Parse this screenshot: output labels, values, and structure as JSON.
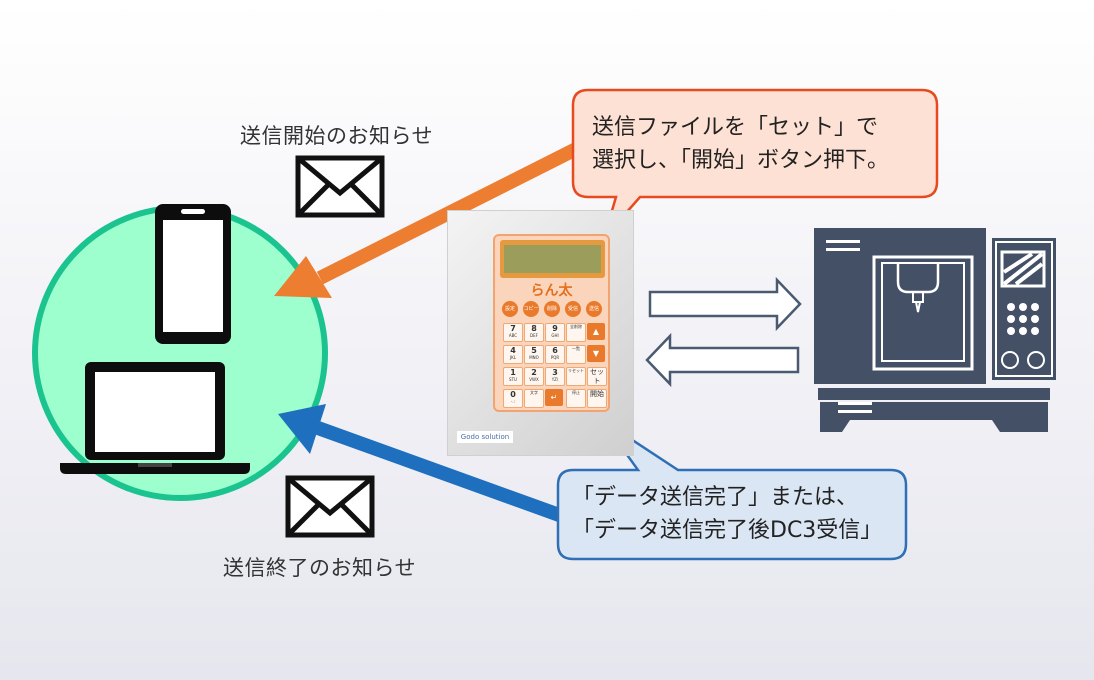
{
  "labels": {
    "send_start": "送信開始のお知らせ",
    "send_end": "送信終了のお知らせ"
  },
  "callouts": {
    "top": {
      "lines": [
        "送信ファイルを「セット」で",
        "選択し、「開始」ボタン押下。"
      ],
      "fill": "#fde1d4",
      "stroke": "#e84a1f"
    },
    "bottom": {
      "lines": [
        "「データ送信完了」または、",
        "「データ送信完了後DC3受信」"
      ],
      "fill": "#dbe6f4",
      "stroke": "#2f6fb6"
    }
  },
  "device": {
    "name": "らん太",
    "brand": "Godo solution",
    "function_keys": [
      "設定",
      "コピー",
      "削除",
      "受信",
      "送信"
    ],
    "keys": [
      {
        "main": "7",
        "sub": "ABC"
      },
      {
        "main": "8",
        "sub": "DEF"
      },
      {
        "main": "9",
        "sub": "GHI"
      },
      {
        "main": "",
        "sub": "全削除"
      },
      {
        "main": "4",
        "sub": "JKL"
      },
      {
        "main": "5",
        "sub": "MNO"
      },
      {
        "main": "6",
        "sub": "PQR"
      },
      {
        "main": "",
        "sub": "一覧"
      },
      {
        "main": "1",
        "sub": "STU"
      },
      {
        "main": "2",
        "sub": "VWX"
      },
      {
        "main": "3",
        "sub": "YZ\\"
      },
      {
        "main": "",
        "sub": "リセット"
      },
      {
        "main": "0",
        "sub": "-.:"
      },
      {
        "main": "",
        "sub": "文字"
      },
      {
        "main": "",
        "sub": ""
      },
      {
        "main": "",
        "sub": "停止"
      }
    ],
    "side_keys": [
      "",
      "",
      "セット",
      "開始"
    ]
  },
  "colors": {
    "circle_fill": "#9dffce",
    "circle_stroke": "#1bc48f",
    "orange_arrow": "#ed7d31",
    "blue_arrow": "#1f6fbf",
    "machine": "#445066"
  },
  "icons": {
    "mail_top": "envelope-icon",
    "mail_bottom": "envelope-icon",
    "phone": "smartphone-icon",
    "laptop": "laptop-icon",
    "machine": "cnc-machine-icon"
  }
}
